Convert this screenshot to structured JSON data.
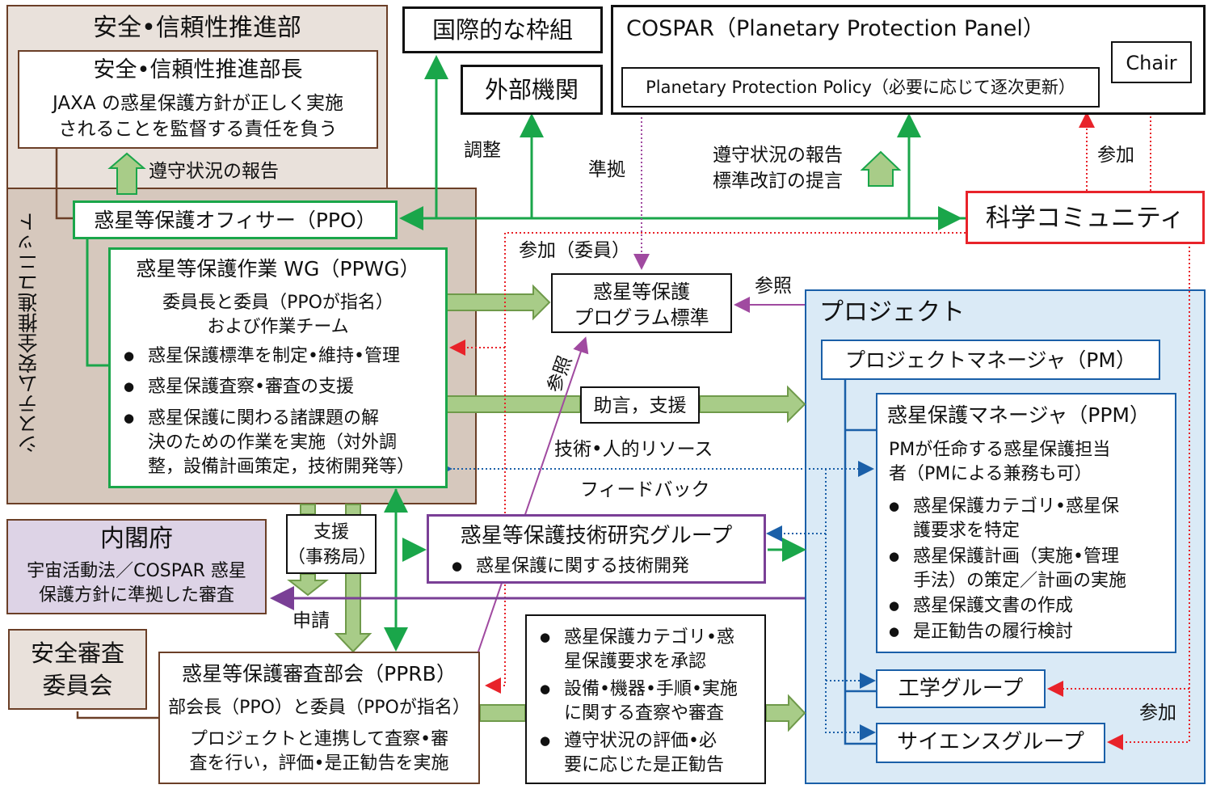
{
  "safety_dept": {
    "title": "安全•信頼性推進部",
    "director_title": "安全•信頼性推進部長",
    "director_desc_1": "JAXA の惑星保護方針が正しく実施",
    "director_desc_2": "されることを監督する責任を負う",
    "report_label": "遵守状況の報告"
  },
  "system_unit": {
    "title": "システム安全推進ユニット",
    "ppo": "惑星等保護オフィサー（PPO）",
    "ppwg": {
      "title": "惑星等保護作業 WG（PPWG）",
      "line1": "委員長と委員（PPOが指名）",
      "line2": "および作業チーム",
      "bullets": [
        "惑星保護標準を制定•維持•管理",
        "惑星保護査察•審査の支援",
        "惑星保護に関わる諸課題の解\n決のための作業を実施（対外調\n整，設備計画策定，技術開発等）"
      ]
    }
  },
  "intl": {
    "framework": "国際的な枠組",
    "external": "外部機関",
    "coordination": "調整"
  },
  "cospar": {
    "title": "COSPAR（Planetary Protection Panel）",
    "policy": "Planetary Protection Policy（必要に応じて逐次更新）",
    "chair": "Chair"
  },
  "science": {
    "title": "科学コミュニティ",
    "participate": "参加",
    "report_1": "遵守状況の報告",
    "report_2": "標準改訂の提言",
    "participate_member": "参加（委員）",
    "participate_2": "参加"
  },
  "standard": {
    "line1": "惑星等保護",
    "line2": "プログラム標準",
    "comply": "準拠",
    "refer_1": "参照",
    "refer_2": "参照"
  },
  "project": {
    "title": "プロジェクト",
    "pm": "プロジェクトマネージャ（PM）",
    "ppm_title": "惑星保護マネージャ（PPM）",
    "ppm_desc": "PMが任命する惑星保護担当\n者（PMによる兼務も可）",
    "ppm_bullets": [
      "惑星保護カテゴリ•惑星保\n護要求を特定",
      "惑星保護計画（実施•管理\n手法）の策定／計画の実施",
      "惑星保護文書の作成",
      "是正勧告の履行検討"
    ],
    "eng_group": "工学グループ",
    "sci_group": "サイエンスグループ"
  },
  "flows": {
    "advice": "助言，支援",
    "resources": "技術•人的リソース",
    "feedback": "フィードバック",
    "support": "支援\n（事務局）",
    "apply": "申請"
  },
  "research": {
    "title": "惑星等保護技術研究グループ",
    "bullet": "惑星保護に関する技術開発"
  },
  "cabinet": {
    "title": "内閣府",
    "desc": "宇宙活動法／COSPAR 惑星\n保護方針に準拠した審査"
  },
  "review_committee": {
    "title": "安全審査\n委員会"
  },
  "pprb": {
    "title": "惑星等保護審査部会（PPRB）",
    "line1": "部会長（PPO）と委員（PPOが指名）",
    "line2": "プロジェクトと連携して査察•審\n査を行い，評価•是正勧告を実施"
  },
  "review_items": [
    "惑星保護カテゴリ•惑\n星保護要求を承認",
    "設備•機器•手順•実施\nに関する査察や審査",
    "遵守状況の評価•必\n要に応じた是正勧告"
  ],
  "colors": {
    "green": "#1aa64a",
    "green_fill": "#a8cc88",
    "green_fill_stroke": "#6f9a4a",
    "red": "#e8232a",
    "purple": "#7a3f96",
    "purple_line": "#a04aa0",
    "blue": "#1a5fa8",
    "project_bg": "#daeaf6",
    "brown_bg": "#e9e1db",
    "brown_dark": "#d6c8bd",
    "brown_border": "#6b3f27",
    "cabinet_bg": "#ddd3e6"
  }
}
